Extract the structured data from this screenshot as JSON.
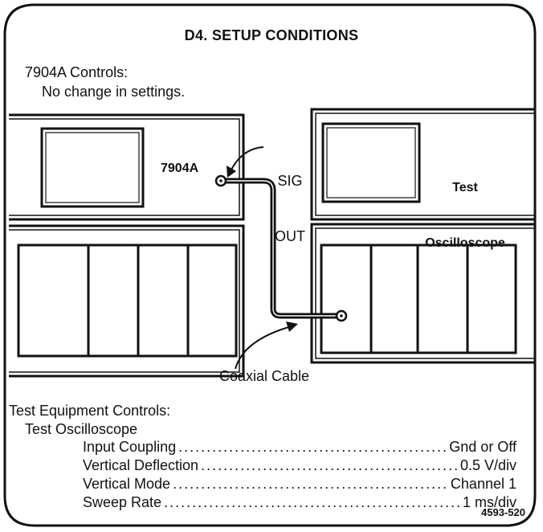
{
  "title": "D4. SETUP CONDITIONS",
  "controls": {
    "heading": "7904A Controls:",
    "note": "No change in settings."
  },
  "diagram": {
    "left_instrument": "7904A",
    "right_instrument_line1": "Test",
    "right_instrument_line2": "Oscilloscope",
    "sig_line1": "SIG",
    "sig_line2": "OUT",
    "cable_label": "Coaxial Cable"
  },
  "equipment": {
    "heading": "Test Equipment Controls:",
    "subheading": "Test Oscilloscope",
    "rows": [
      {
        "name": "Input Coupling",
        "value": "Gnd or Off"
      },
      {
        "name": "Vertical Deflection",
        "value": "0.5 V/div"
      },
      {
        "name": "Vertical Mode",
        "value": "Channel 1"
      },
      {
        "name": "Sweep Rate",
        "value": "1 ms/div"
      }
    ]
  },
  "figure_number": "4593-520"
}
